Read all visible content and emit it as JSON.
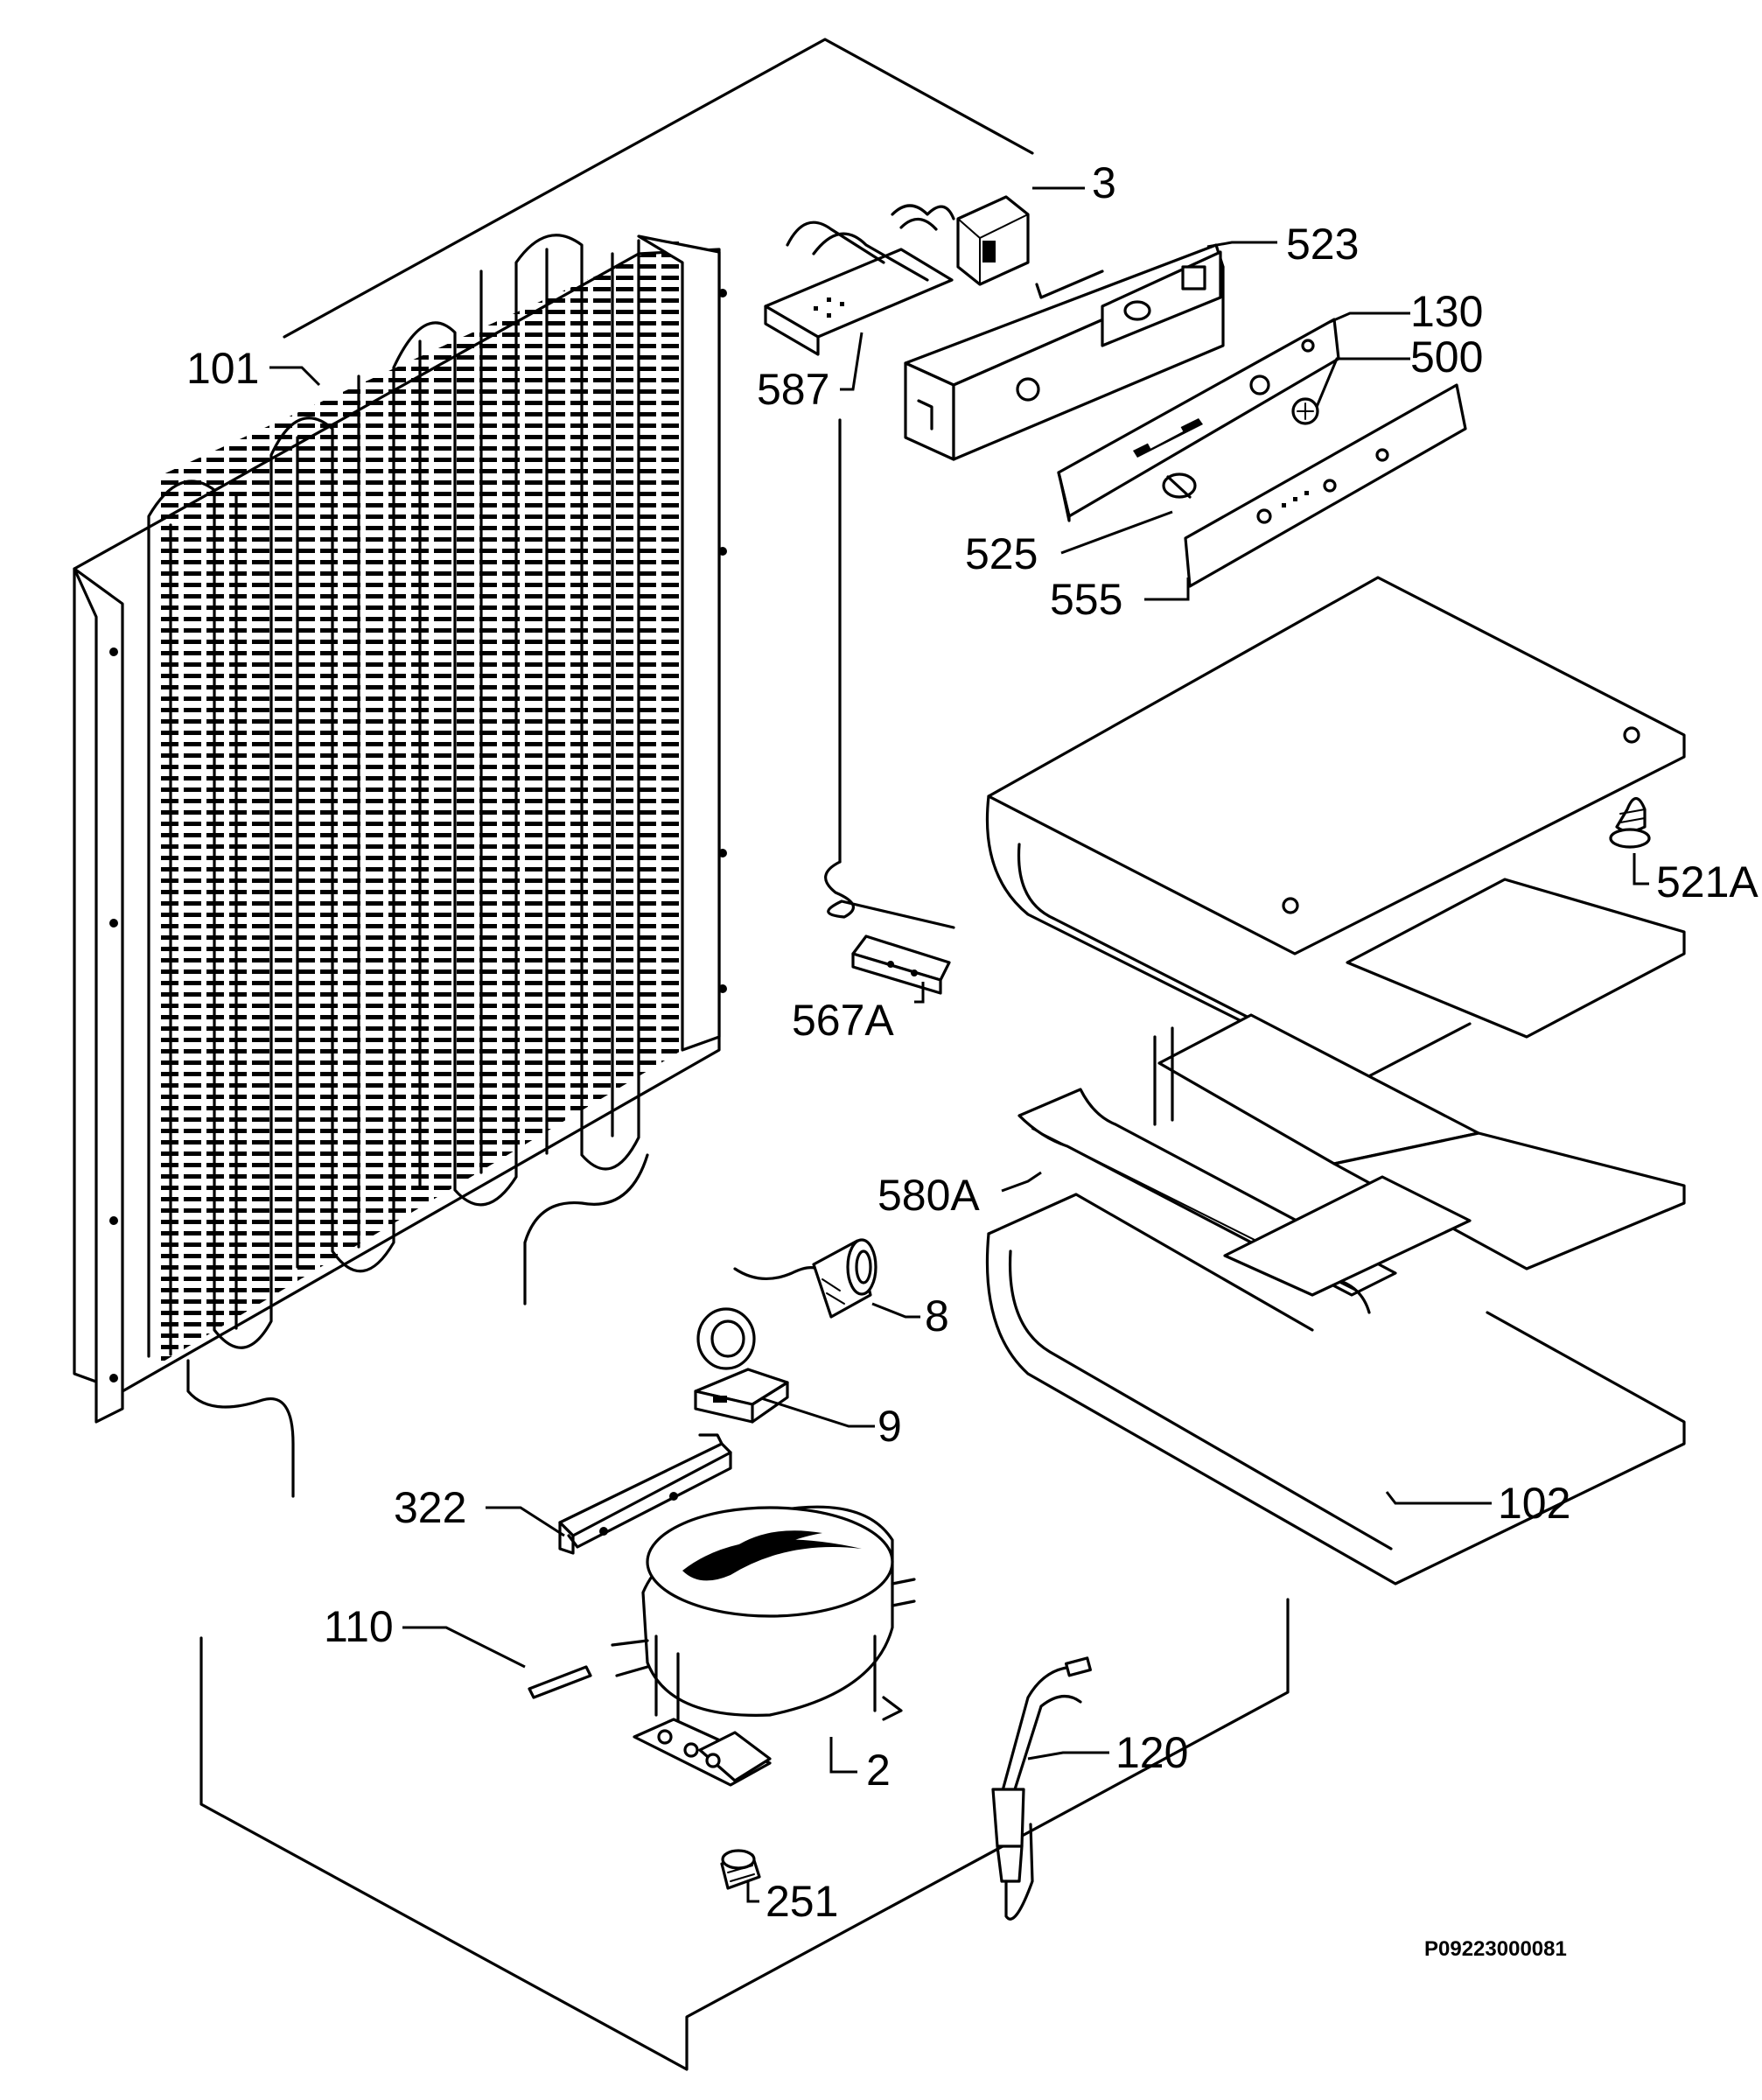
{
  "document_code": "P09223000081",
  "part_labels": [
    {
      "id": "3",
      "text": "3"
    },
    {
      "id": "523",
      "text": "523"
    },
    {
      "id": "130",
      "text": "130"
    },
    {
      "id": "500",
      "text": "500"
    },
    {
      "id": "101",
      "text": "101"
    },
    {
      "id": "587",
      "text": "587"
    },
    {
      "id": "525",
      "text": "525"
    },
    {
      "id": "555",
      "text": "555"
    },
    {
      "id": "521A",
      "text": "521A"
    },
    {
      "id": "567A",
      "text": "567A"
    },
    {
      "id": "580A",
      "text": "580A"
    },
    {
      "id": "8",
      "text": "8"
    },
    {
      "id": "9",
      "text": "9"
    },
    {
      "id": "322",
      "text": "322"
    },
    {
      "id": "102",
      "text": "102"
    },
    {
      "id": "110",
      "text": "110"
    },
    {
      "id": "2",
      "text": "2"
    },
    {
      "id": "120",
      "text": "120"
    },
    {
      "id": "251",
      "text": "251"
    }
  ]
}
